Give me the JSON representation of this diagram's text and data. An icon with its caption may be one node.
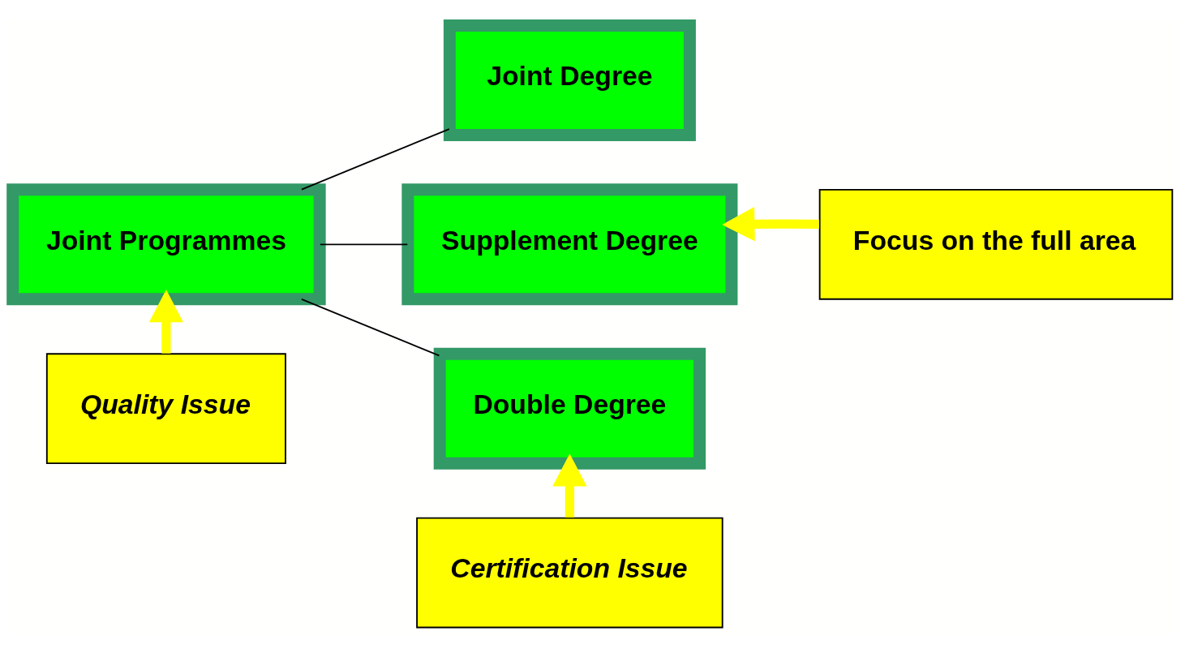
{
  "diagram": {
    "nodes": [
      {
        "text": [
          "Joint Programmes"
        ]
      },
      {
        "text": [
          "Joint Degree"
        ]
      },
      {
        "text": [
          "Supplement Degree"
        ]
      },
      {
        "text": [
          "Double Degree"
        ]
      },
      {
        "text": [
          "Focus on the full area"
        ]
      },
      {
        "text": [
          "Quality Issue"
        ]
      },
      {
        "text": [
          "Certification Issue"
        ]
      }
    ],
    "edges": [
      {
        "from": 0,
        "to": 1,
        "arrow": "none"
      },
      {
        "from": 0,
        "to": 2,
        "arrow": "none"
      },
      {
        "from": 0,
        "to": 3,
        "arrow": "none"
      },
      {
        "from": 4,
        "to": 2,
        "arrow": "to",
        "style": "thick",
        "color": "#ffff00"
      },
      {
        "from": 5,
        "to": 0,
        "arrow": "to",
        "style": "thick",
        "color": "#ffff00"
      },
      {
        "from": 6,
        "to": 3,
        "arrow": "to",
        "style": "thick",
        "color": "#ffff00"
      }
    ]
  }
}
